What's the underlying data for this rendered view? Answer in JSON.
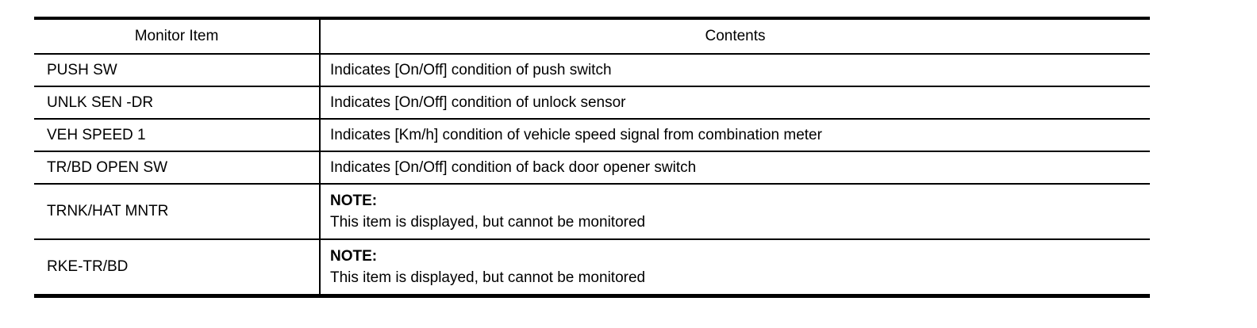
{
  "colors": {
    "background": "#ffffff",
    "text": "#000000",
    "border": "#000000"
  },
  "table": {
    "columns": [
      {
        "label": "Monitor Item"
      },
      {
        "label": "Contents"
      }
    ],
    "rows": [
      {
        "item": "PUSH SW",
        "content": "Indicates [On/Off] condition of push switch"
      },
      {
        "item": "UNLK SEN -DR",
        "content": "Indicates [On/Off] condition of unlock sensor"
      },
      {
        "item": "VEH SPEED 1",
        "content": "Indicates [Km/h] condition of vehicle speed signal from combination meter"
      },
      {
        "item": "TR/BD OPEN SW",
        "content": "Indicates [On/Off] condition of back door opener switch"
      },
      {
        "item": "TRNK/HAT MNTR",
        "note_label": "NOTE:",
        "content": "This item is displayed, but cannot be monitored"
      },
      {
        "item": "RKE-TR/BD",
        "note_label": "NOTE:",
        "content": "This item is displayed, but cannot be monitored"
      }
    ]
  }
}
